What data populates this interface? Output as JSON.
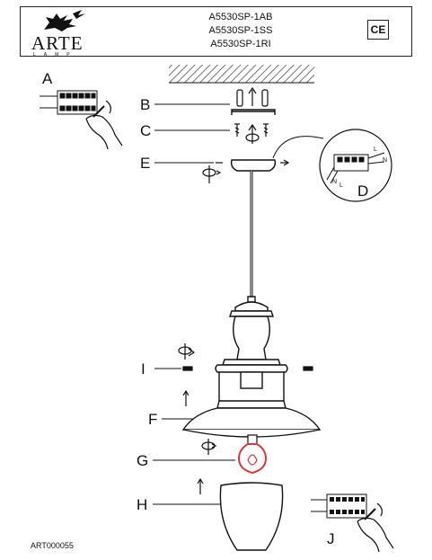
{
  "brand": {
    "name": "ARTE",
    "tagline": "LAMP"
  },
  "models": [
    "A5530SP-1AB",
    "A5530SP-1SS",
    "A5530SP-1RI"
  ],
  "certification": "CE",
  "steps": {
    "a": "A",
    "b": "B",
    "c": "C",
    "d": "D",
    "e": "E",
    "f": "F",
    "g": "G",
    "h": "H",
    "i": "I",
    "j": "J"
  },
  "terminal": {
    "l": "L",
    "n": "N"
  },
  "document_code": "ART000055",
  "colors": {
    "line": "#111111",
    "bulb": "#d9393d",
    "ceiling_hatch": "#333333"
  }
}
